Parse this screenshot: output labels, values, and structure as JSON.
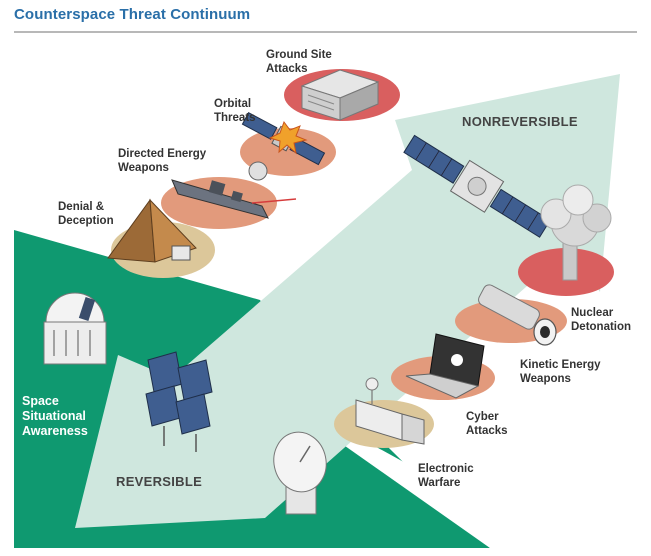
{
  "title": "Counterspace Threat Continuum",
  "zones": {
    "nonreversible": "NONREVERSIBLE",
    "reversible": "REVERSIBLE"
  },
  "ssa": {
    "line1": "Space",
    "line2": "Situational",
    "line3": "Awareness"
  },
  "threats": {
    "ground_site": {
      "line1": "Ground Site",
      "line2": "Attacks"
    },
    "orbital": {
      "line1": "Orbital",
      "line2": "Threats"
    },
    "directed_energy": {
      "line1": "Directed Energy",
      "line2": "Weapons"
    },
    "denial": {
      "line1": "Denial &",
      "line2": "Deception"
    },
    "nuclear": {
      "line1": "Nuclear",
      "line2": "Detonation"
    },
    "kinetic": {
      "line1": "Kinetic Energy",
      "line2": "Weapons"
    },
    "cyber": {
      "line1": "Cyber",
      "line2": "Attacks"
    },
    "electronic": {
      "line1": "Electronic",
      "line2": "Warfare"
    }
  },
  "colors": {
    "title": "#2a6fa8",
    "green": "#0f9970",
    "arrow": "#cfe7de",
    "pad_red": "#d95f5f",
    "pad_salmon": "#e29a7c",
    "pad_tan": "#dcc79a"
  }
}
